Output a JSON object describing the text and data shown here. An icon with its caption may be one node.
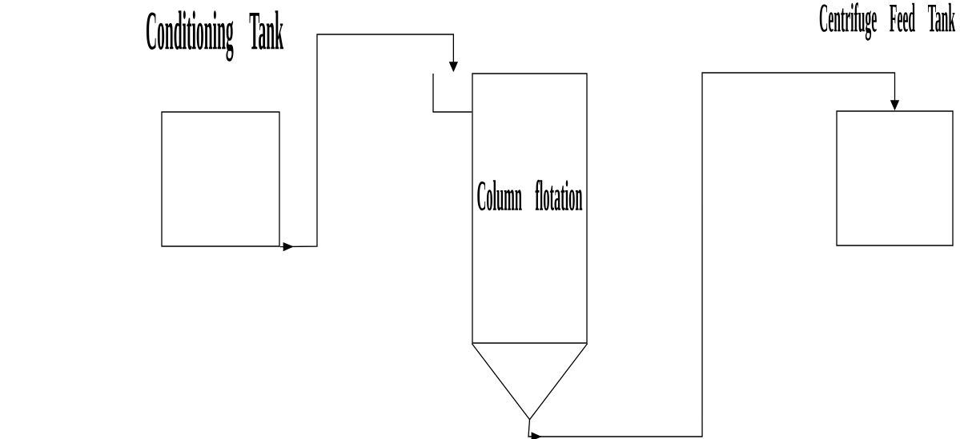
{
  "diagram": {
    "nodes": [
      {
        "text": [
          "Conditioning Tank"
        ]
      },
      {
        "text": [
          "Column flotation"
        ]
      },
      {
        "text": [
          "Centrifuge Feed Tank"
        ]
      }
    ],
    "edges": [
      {
        "from": 0,
        "to": 1,
        "arrow": "to"
      },
      {
        "from": 1,
        "to": 2,
        "arrow": "to"
      }
    ]
  }
}
